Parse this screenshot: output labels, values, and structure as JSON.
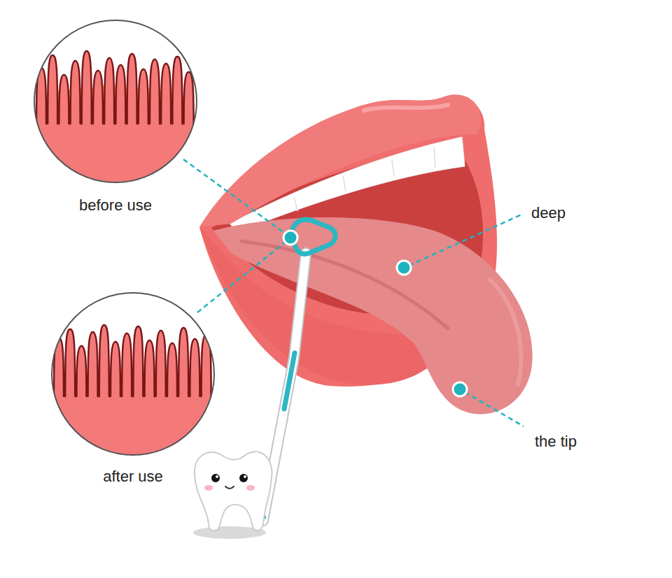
{
  "diagram": {
    "nodes": [
      {
        "text": [
          "before use"
        ]
      },
      {
        "text": [
          "after use"
        ]
      }
    ],
    "labels": [
      "deep",
      "the tip"
    ]
  }
}
